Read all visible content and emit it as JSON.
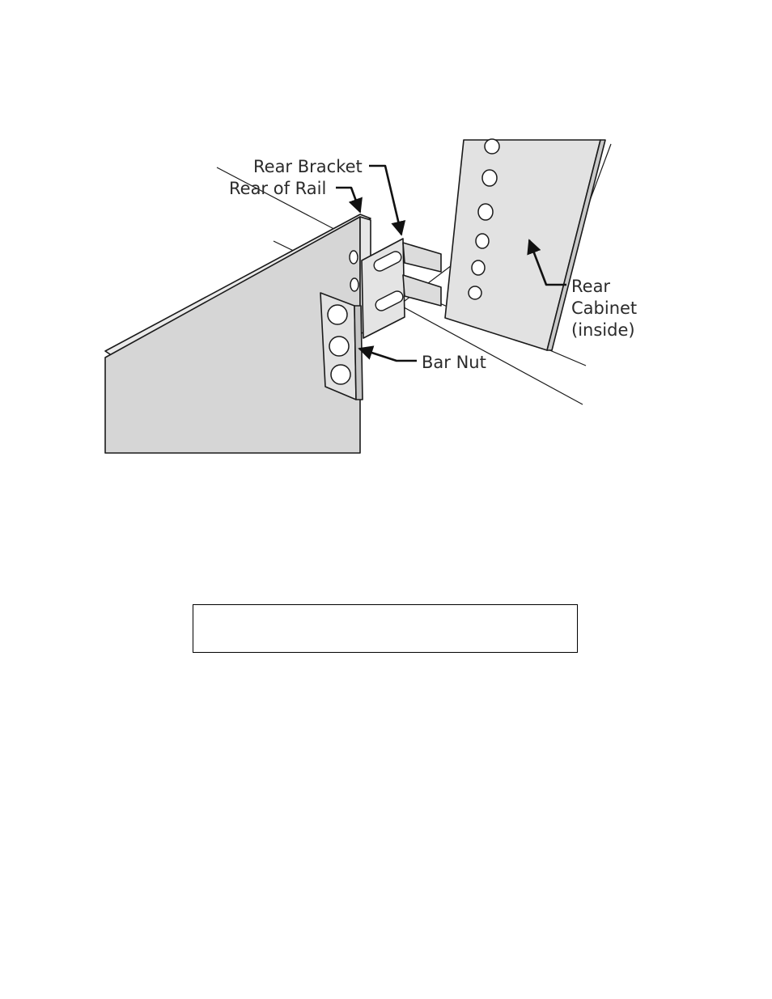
{
  "labels": {
    "rear_bracket": "Rear Bracket",
    "rear_of_rail": "Rear of Rail",
    "bar_nut": "Bar Nut",
    "rear_cabinet_line1": "Rear",
    "rear_cabinet_line2": "Cabinet",
    "rear_cabinet_line3": "(inside)"
  },
  "caption_box": {
    "text": ""
  },
  "colors": {
    "part_fill": "#e2e2e2",
    "part_side": "#c9c9c9",
    "outline": "#1a1a1a"
  }
}
